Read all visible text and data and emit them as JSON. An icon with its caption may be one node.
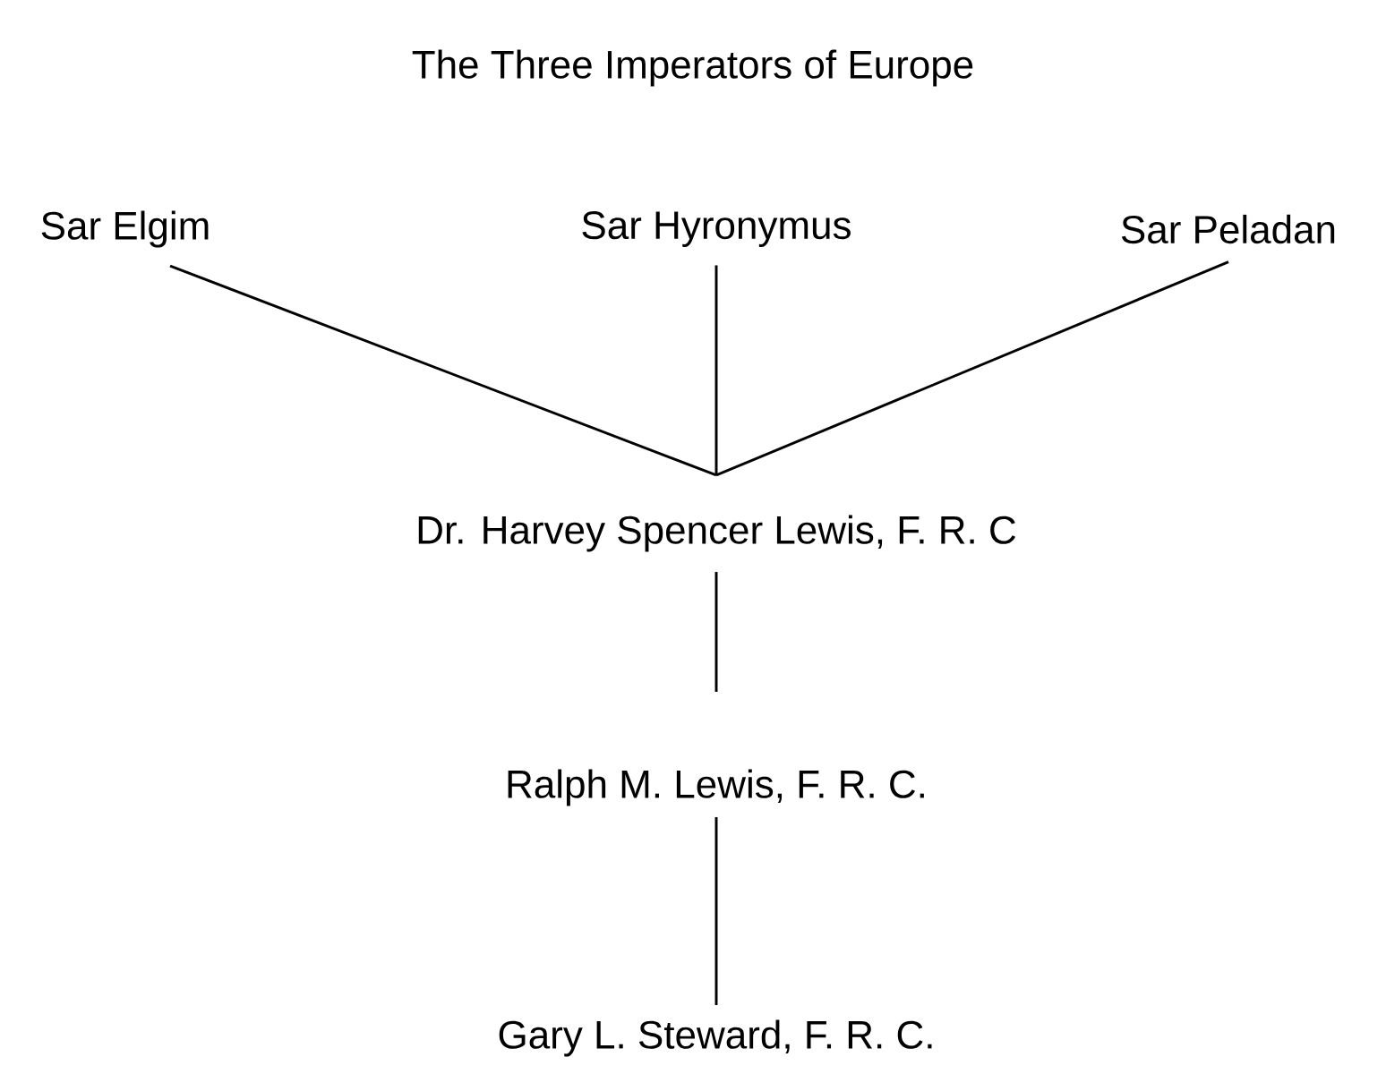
{
  "diagram": {
    "title": "The Three Imperators of Europe",
    "nodes": [
      {
        "text": [
          "Sar Elgim"
        ]
      },
      {
        "text": [
          "Sar Hyronymus"
        ]
      },
      {
        "text": [
          "Sar Peladan"
        ]
      },
      {
        "text": [
          "Dr. Harvey Spencer Lewis, F. R. C"
        ]
      },
      {
        "text": [
          "Ralph M. Lewis, F. R. C."
        ]
      },
      {
        "text": [
          "Gary L. Steward, F. R. C."
        ]
      }
    ],
    "edges": [
      {
        "from": 0,
        "to": 3,
        "arrow": "none"
      },
      {
        "from": 1,
        "to": 3,
        "arrow": "none"
      },
      {
        "from": 2,
        "to": 3,
        "arrow": "none"
      },
      {
        "from": 3,
        "to": 4,
        "arrow": "none"
      },
      {
        "from": 4,
        "to": 5,
        "arrow": "none"
      }
    ]
  }
}
